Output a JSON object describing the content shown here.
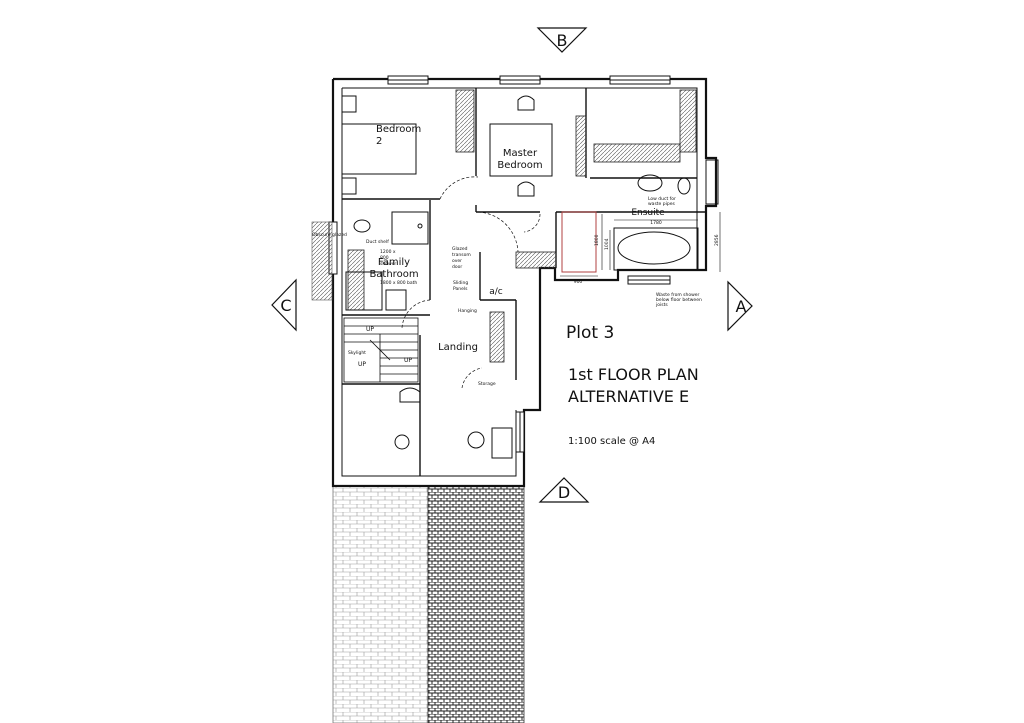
{
  "title": {
    "plot": "Plot 3",
    "line1": "1st FLOOR PLAN",
    "line2": "ALTERNATIVE E",
    "scale": "1:100 scale @ A4"
  },
  "section_markers": {
    "a": "A",
    "b": "B",
    "c": "C",
    "d": "D"
  },
  "rooms": {
    "bedroom2_line1": "Bedroom",
    "bedroom2_line2": "2",
    "master_line1": "Master",
    "master_line2": "Bedroom",
    "family_line1": "Family",
    "family_line2": "Bathroom",
    "ensuite": "Ensuite",
    "landing": "Landing",
    "ac": "a/c"
  },
  "annotations": {
    "obscure_glazed": "Obscure glazed",
    "duct_shelf": "Duct shelf",
    "shower_size_1": "1200 x",
    "shower_size_2": "800",
    "shower_size_3": "shower",
    "glazed_1": "Glazed",
    "glazed_2": "transom",
    "glazed_3": "over",
    "glazed_4": "door",
    "bath_size": "1800 x 800 bath",
    "sliding_1": "Sliding",
    "sliding_2": "Panels",
    "hanging": "Hanging",
    "skylight": "Skylight",
    "up1": "UP",
    "up2": "UP",
    "up3": "UP",
    "storage": "Storage",
    "low_duct_1": "Low duct for",
    "low_duct_2": "waste pipes",
    "waste_1": "Waste from shower",
    "waste_2": "below floor between",
    "waste_3": "joists"
  },
  "dimensions": {
    "ensuite_width": "1780",
    "shower_depth": "1800",
    "bath_depth": "1004",
    "ensuite_depth": "2856",
    "wc_width": "900"
  }
}
